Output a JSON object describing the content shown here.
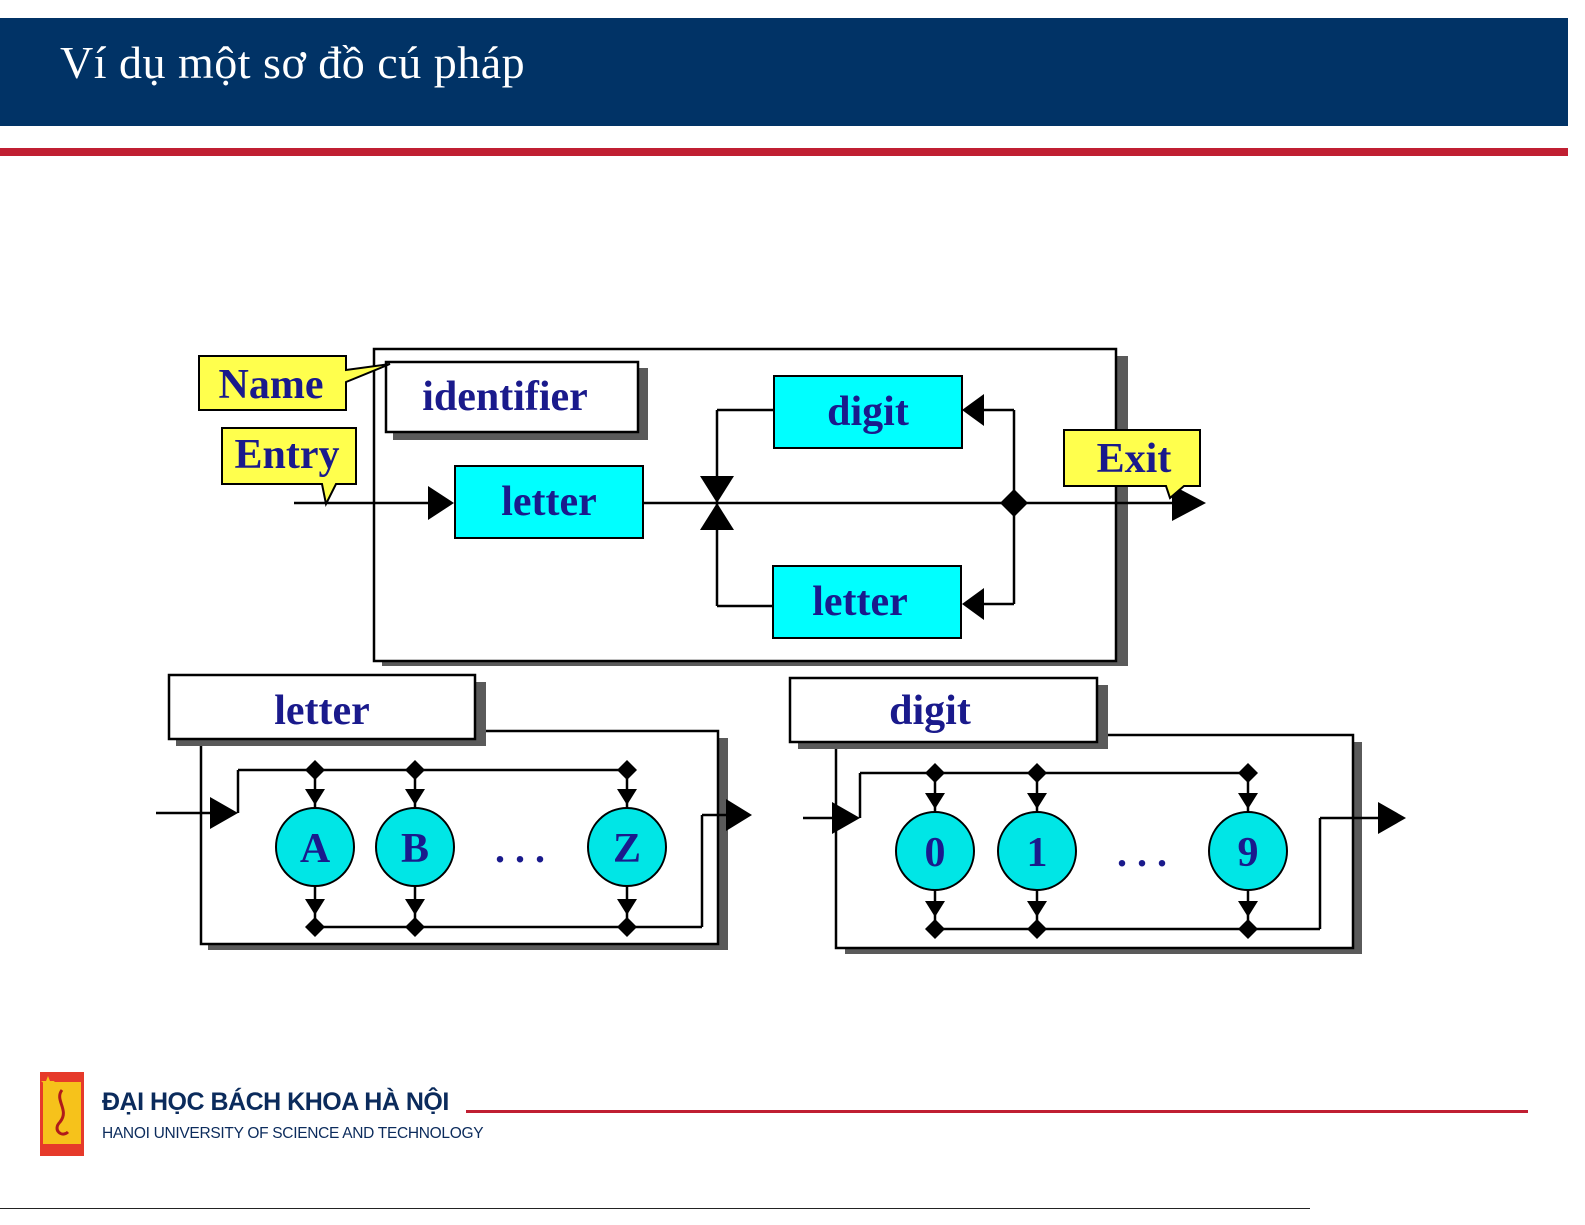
{
  "slide": {
    "title": "Ví dụ một sơ đồ cú pháp"
  },
  "diagram": {
    "identifier": {
      "title": "identifier",
      "first_box": "letter",
      "upper_box": "digit",
      "lower_box": "letter"
    },
    "callouts": {
      "name": "Name",
      "entry": "Entry",
      "exit": "Exit"
    },
    "letter_rule": {
      "title": "letter",
      "items": [
        "A",
        "B",
        "Z"
      ],
      "ellipsis": ". . ."
    },
    "digit_rule": {
      "title": "digit",
      "items": [
        "0",
        "1",
        "9"
      ],
      "ellipsis": ". . ."
    }
  },
  "footer": {
    "university_name": "ĐẠI HỌC BÁCH KHOA HÀ NỘI",
    "university_subtitle": "HANOI UNIVERSITY OF SCIENCE AND TECHNOLOGY"
  },
  "colors": {
    "title_bar": "#013366",
    "accent_red": "#c01f32",
    "box_fill": "#00ffff",
    "callout_fill": "#ffff4d",
    "label_text": "#1a1a8c"
  }
}
